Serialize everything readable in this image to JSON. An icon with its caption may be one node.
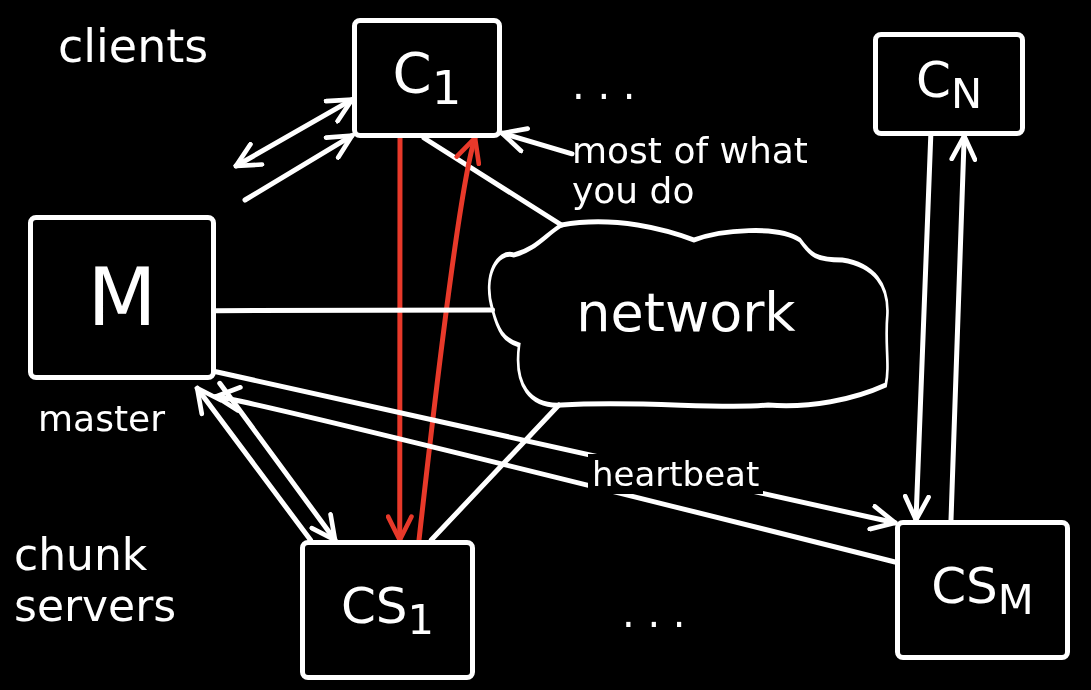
{
  "diagram": {
    "nodes": [
      {
        "text": [
          "C$_{1}$"
        ]
      },
      {
        "text": [
          "C$_{N}$"
        ]
      },
      {
        "text": [
          "M"
        ],
        "beside": [
          "master"
        ]
      },
      {
        "text": [
          "network"
        ]
      },
      {
        "text": [
          "CS$_{1}$"
        ]
      },
      {
        "text": [
          "CS$_{M}$"
        ]
      },
      {
        "text": [
          "most of what you do"
        ]
      }
    ],
    "edges": [
      {
        "from": null,
        "to": 0,
        "arrow": "both"
      },
      {
        "from": null,
        "to": 0,
        "arrow": "to"
      },
      {
        "from": 0,
        "to": 3,
        "arrow": "none"
      },
      {
        "from": 0,
        "to": 4,
        "arrow": "to",
        "color": "#e8392a"
      },
      {
        "from": 4,
        "to": 0,
        "arrow": "to",
        "color": "#e8392a"
      },
      {
        "from": 2,
        "to": 3,
        "arrow": "none"
      },
      {
        "from": 2,
        "to": 5,
        "arrow": "to",
        "label": "heartbeat"
      },
      {
        "from": 5,
        "to": 2,
        "arrow": "to"
      },
      {
        "from": 4,
        "to": 2,
        "arrow": "to"
      },
      {
        "from": 2,
        "to": 4,
        "arrow": "to"
      },
      {
        "from": 4,
        "to": 3,
        "arrow": "none"
      },
      {
        "from": 1,
        "to": 5,
        "arrow": "to"
      },
      {
        "from": 5,
        "to": 1,
        "arrow": "to"
      },
      {
        "from": 6,
        "to": 0,
        "arrow": "to"
      }
    ],
    "labels": [
      "clients",
      ". . .",
      "chunk servers",
      ". . ."
    ]
  }
}
